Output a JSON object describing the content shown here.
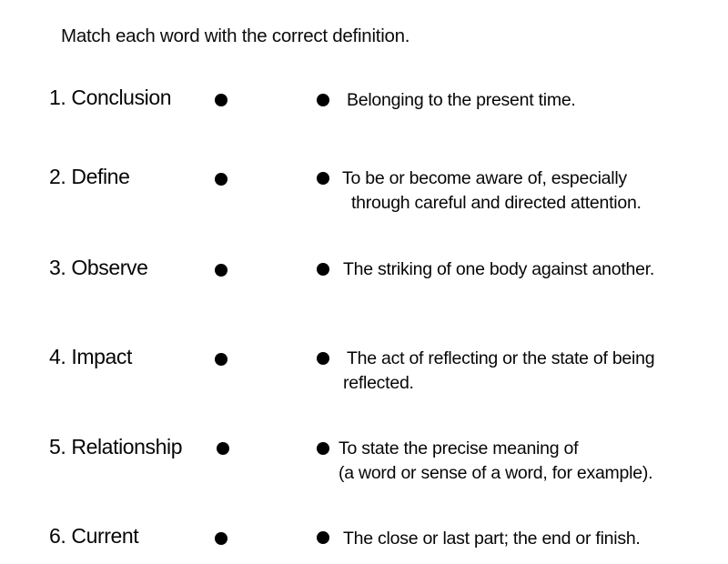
{
  "page": {
    "title": "Match each word with the correct definition.",
    "background_color": "#ffffff",
    "text_color": "#000000",
    "bullet_color": "#000000"
  },
  "instruction": "Match each word with the correct definition.",
  "rows": [
    {
      "number": "1.",
      "term": "Conclusion",
      "term_label": "1. Conclusion",
      "definition_lines": [
        "Belonging to the present time."
      ]
    },
    {
      "number": "2.",
      "term": "Define",
      "term_label": "2. Define",
      "definition_lines": [
        "To be or become aware of, especially",
        "through careful and directed attention."
      ]
    },
    {
      "number": "3.",
      "term": "Observe",
      "term_label": "3. Observe",
      "definition_lines": [
        "The striking of one body against another."
      ]
    },
    {
      "number": "4.",
      "term": "Impact",
      "term_label": "4. Impact",
      "definition_lines": [
        "The act of reflecting or the state of being",
        "reflected."
      ]
    },
    {
      "number": "5.",
      "term": "Relationship",
      "term_label": "5. Relationship",
      "definition_lines": [
        "To state the precise meaning of",
        "(a word or sense of a word, for example)."
      ]
    },
    {
      "number": "6.",
      "term": "Current",
      "term_label": "6. Current",
      "definition_lines": [
        "The close or last part; the end or finish."
      ]
    }
  ]
}
